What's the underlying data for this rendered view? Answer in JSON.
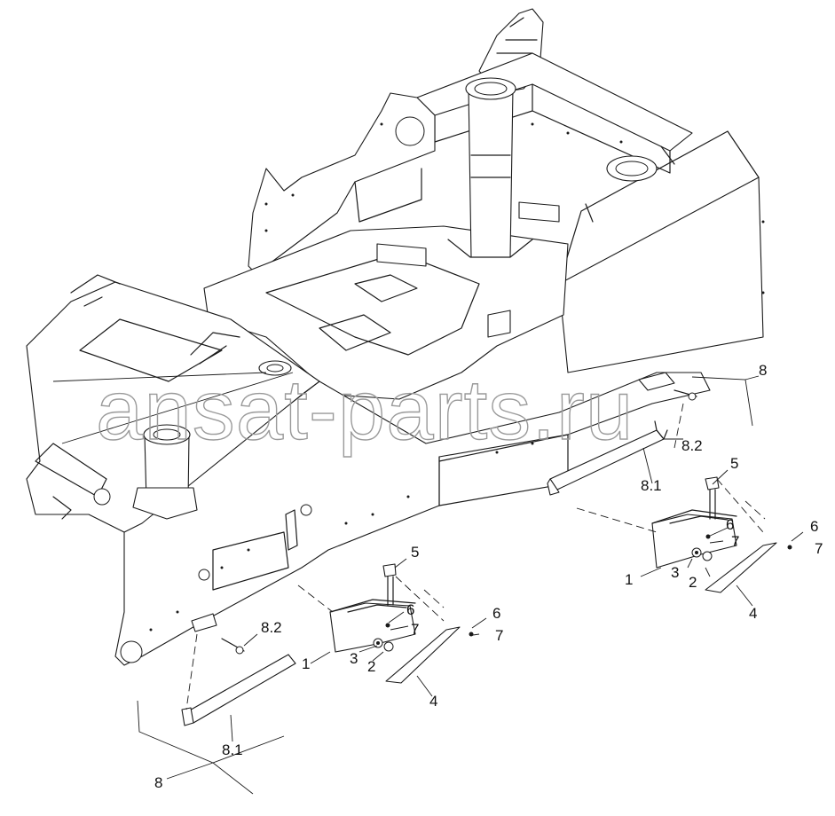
{
  "watermark": "ansat-parts.ru",
  "corner_mark": "",
  "callouts": {
    "upper_right": {
      "item_8": "8",
      "item_8_2": "8.2",
      "item_8_1": "8.1",
      "item_5": "5",
      "item_6a": "6",
      "item_7a": "7",
      "item_6b": "6",
      "item_7b": "7",
      "item_3": "3",
      "item_2": "2",
      "item_1": "1",
      "item_4": "4"
    },
    "lower_left": {
      "item_5": "5",
      "item_6a": "6",
      "item_7a": "7",
      "item_6b": "6",
      "item_7b": "7",
      "item_8_2": "8.2",
      "item_3": "3",
      "item_2": "2",
      "item_1": "1",
      "item_4": "4",
      "item_8_1": "8.1",
      "item_8": "8"
    }
  }
}
